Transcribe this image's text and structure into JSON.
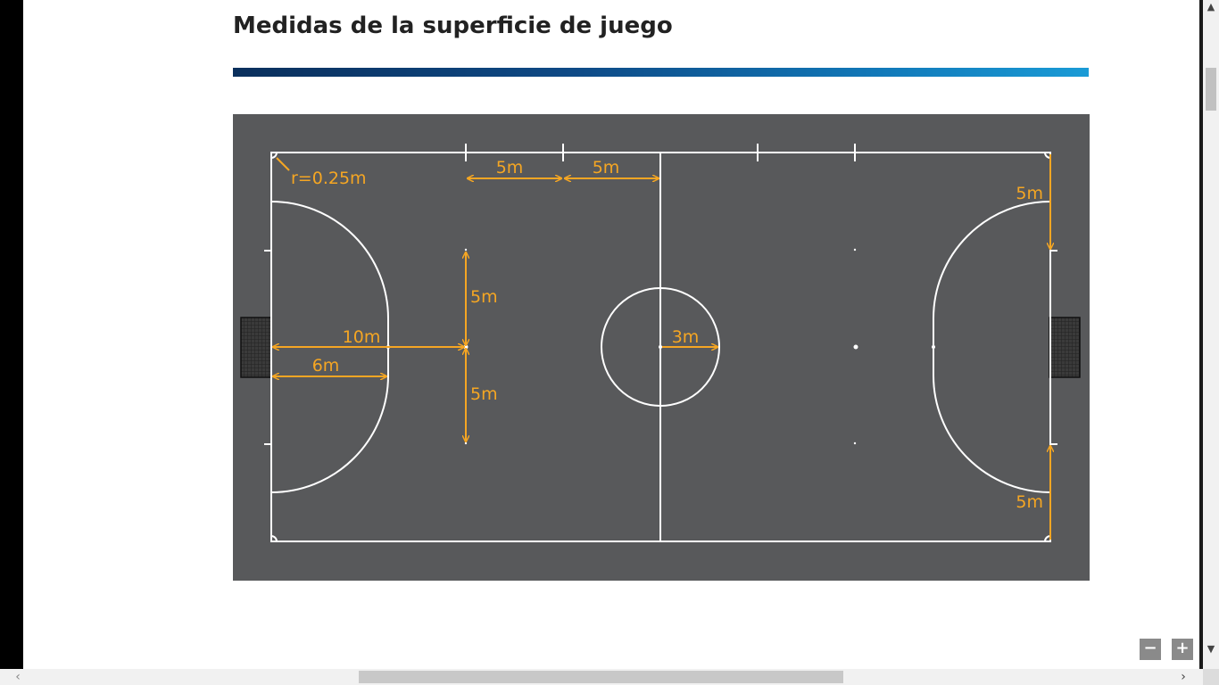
{
  "page": {
    "title": "Medidas de la superficie de juego"
  },
  "court": {
    "labels": {
      "corner_radius": "r=0.25m",
      "sub_zone_1": "5m",
      "sub_zone_2": "5m",
      "penalty_top": "5m",
      "penalty_bottom": "5m",
      "second_penalty": "10m",
      "penalty_mark": "6m",
      "center_radius": "3m",
      "right_top": "5m",
      "right_bottom": "5m"
    },
    "colors": {
      "surface": "#58595b",
      "lines": "#ffffff",
      "annotations": "#f5a623",
      "accent_bar": "#0e4a86"
    }
  },
  "controls": {
    "zoom_out": "−",
    "zoom_in": "+"
  },
  "scrollbars": {
    "up": "▲",
    "down": "▼",
    "left": "‹",
    "right": "›"
  }
}
